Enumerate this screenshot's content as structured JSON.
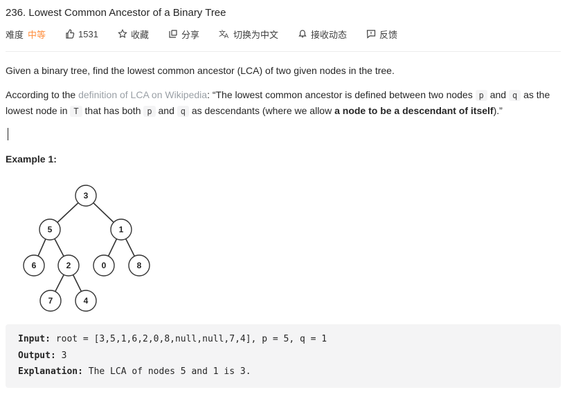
{
  "problem": {
    "title": "236. Lowest Common Ancestor of a Binary Tree"
  },
  "meta": {
    "difficulty_label": "难度",
    "difficulty": "中等",
    "difficulty_color": "#ff8f3f",
    "likes": "1531",
    "favorite": "收藏",
    "share": "分享",
    "switch_lang": "切换为中文",
    "subscribe": "接收动态",
    "feedback": "反馈",
    "icons": [
      "thumbs-up-icon",
      "star-icon",
      "share-icon",
      "translate-icon",
      "bell-icon",
      "feedback-icon"
    ]
  },
  "description": {
    "p1": "Given a binary tree, find the lowest common ancestor (LCA) of two given nodes in the tree.",
    "p2_prefix": "According to the ",
    "p2_link": "definition of LCA on Wikipedia",
    "p2_a": ": “The lowest common ancestor is defined between two nodes ",
    "p2_code_p": "p",
    "p2_and1": " and ",
    "p2_code_q": "q",
    "p2_b": " as the lowest node in ",
    "p2_code_T": "T",
    "p2_c": " that has both ",
    "p2_code_p2": "p",
    "p2_and2": " and ",
    "p2_code_q2": "q",
    "p2_d": " as descendants (where we allow ",
    "p2_bold": "a node to be a descendant of itself",
    "p2_end": ").”"
  },
  "example": {
    "title": "Example 1:",
    "tree_nodes": [
      "3",
      "5",
      "1",
      "6",
      "2",
      "0",
      "8",
      "7",
      "4"
    ],
    "input_label": "Input:",
    "input_value": " root = [3,5,1,6,2,0,8,null,null,7,4], p = 5, q = 1",
    "output_label": "Output:",
    "output_value": " 3",
    "explanation_label": "Explanation:",
    "explanation_value": " The LCA of nodes 5 and 1 is 3."
  }
}
